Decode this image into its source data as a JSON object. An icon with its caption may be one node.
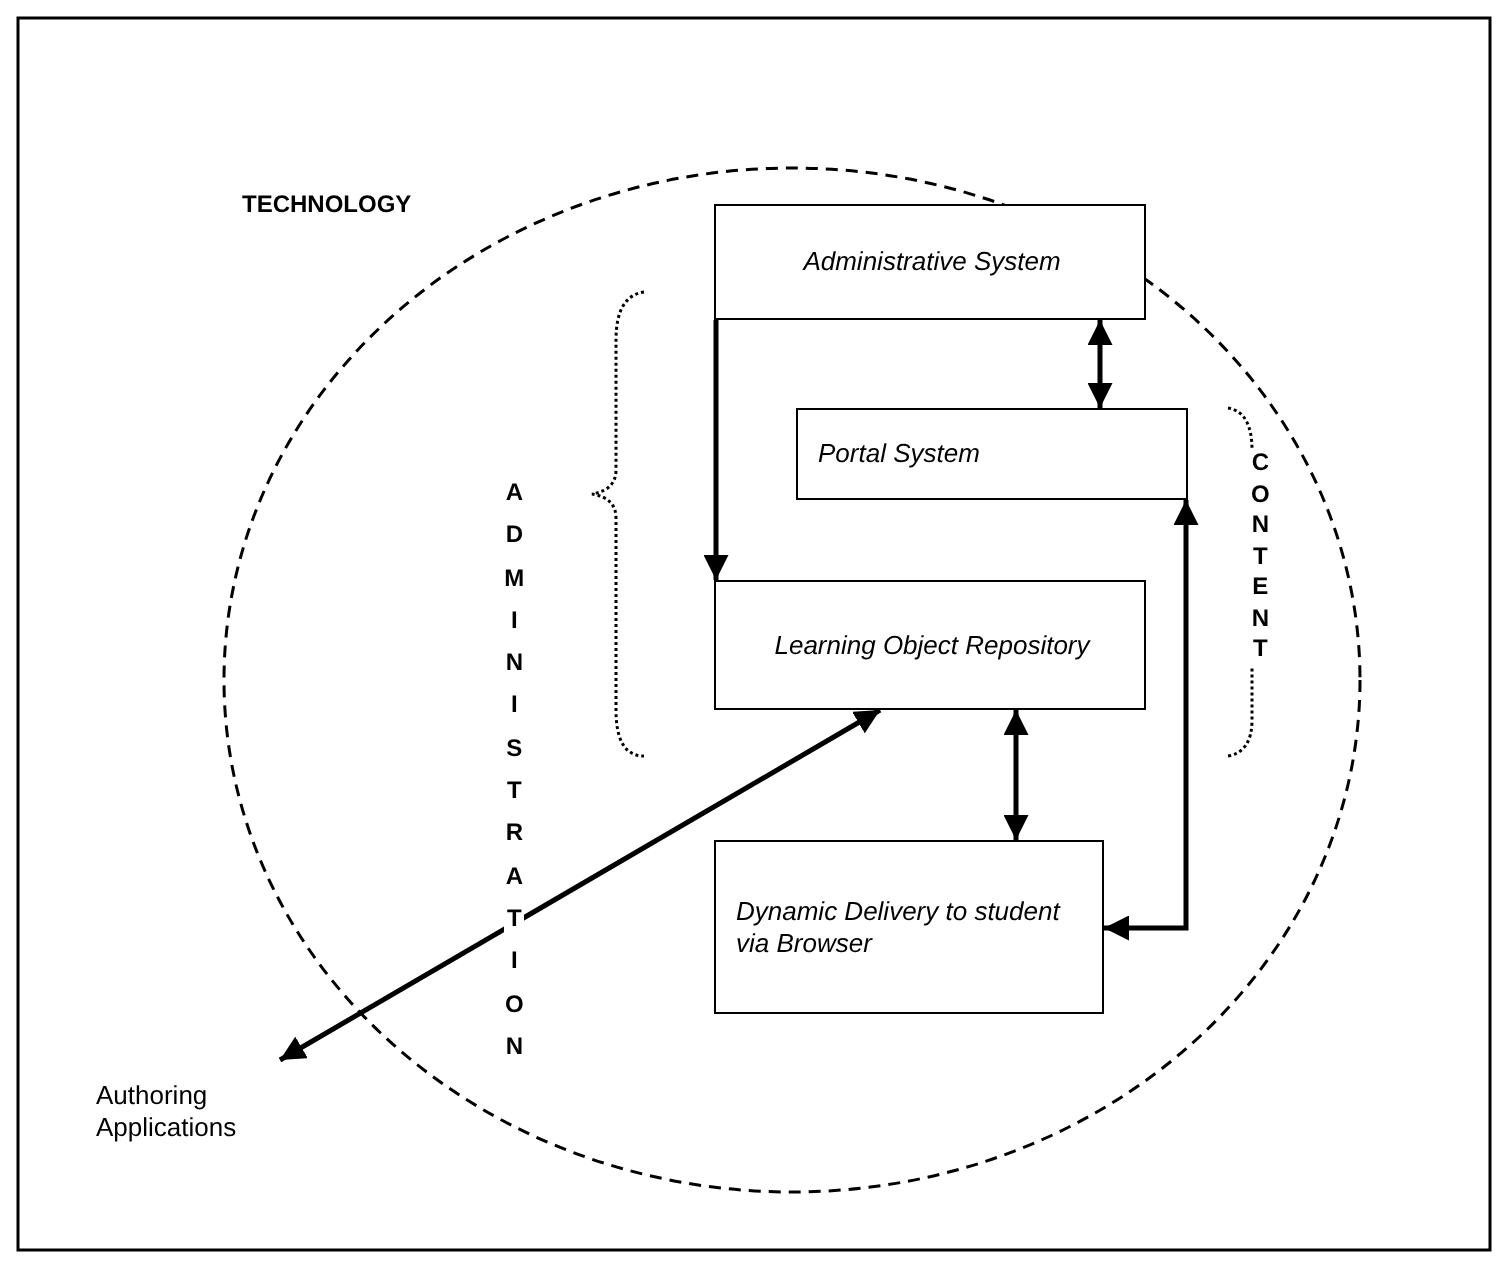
{
  "diagram": {
    "nodes": [
      {
        "text": [
          "Administrative System"
        ]
      },
      {
        "text": [
          "Portal System"
        ]
      },
      {
        "text": [
          "Learning Object Repository"
        ]
      },
      {
        "text": [
          "Dynamic Delivery to student via Browser"
        ]
      },
      {
        "text": [
          "Authoring Applications"
        ]
      }
    ],
    "edges": [
      {
        "from": 0,
        "to": 1,
        "arrow": "both"
      },
      {
        "from": 0,
        "to": 2,
        "arrow": "to"
      },
      {
        "from": 2,
        "to": 3,
        "arrow": "both"
      },
      {
        "from": 1,
        "to": 3,
        "arrow": "both"
      },
      {
        "from": 2,
        "to": 4,
        "arrow": "both"
      }
    ],
    "labels": [
      "TECHNOLOGY",
      "ADMINISTRATION",
      "CONTENT"
    ]
  }
}
